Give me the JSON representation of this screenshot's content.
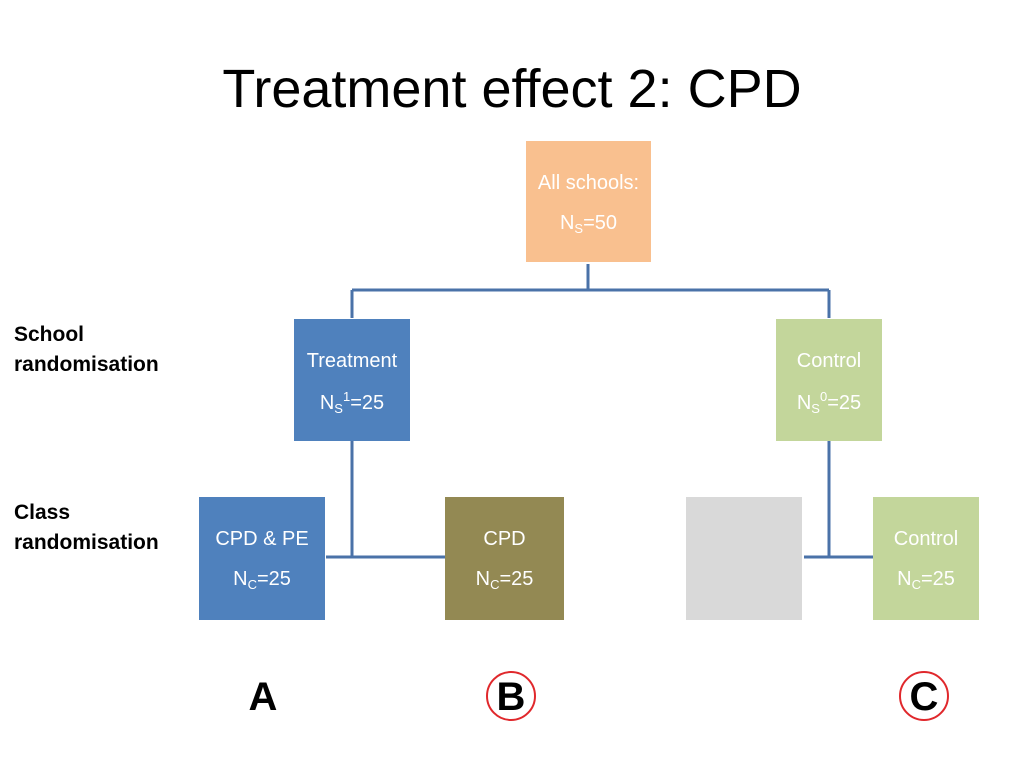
{
  "title": "Treatment effect 2: CPD",
  "side_labels": {
    "school": [
      "School",
      "randomisation"
    ],
    "class": [
      "Class",
      "randomisation"
    ]
  },
  "nodes": {
    "all_schools": {
      "line1": "All schools:",
      "n_base": "N",
      "n_sub": "S",
      "n_rest": "=50",
      "color": "#f9c08f"
    },
    "treatment": {
      "line1": "Treatment",
      "n_base": "N",
      "n_sub": "S",
      "n_sup": "1",
      "n_rest": "=25",
      "color": "#4f81bd"
    },
    "control_school": {
      "line1": "Control",
      "n_base": "N",
      "n_sub": "S",
      "n_sup": "0",
      "n_rest": "=25",
      "color": "#c3d69b"
    },
    "cpd_pe": {
      "line1": "CPD & PE",
      "n_base": "N",
      "n_sub": "C",
      "n_rest": "=25",
      "color": "#4f81bd"
    },
    "cpd": {
      "line1": "CPD",
      "n_base": "N",
      "n_sub": "C",
      "n_rest": "=25",
      "color": "#938953"
    },
    "blank": {
      "color": "#d9d9d9"
    },
    "control_class": {
      "line1": "Control",
      "n_base": "N",
      "n_sub": "C",
      "n_rest": "=25",
      "color": "#c3d69b"
    }
  },
  "connector_color": "#4a72a8",
  "group_labels": [
    {
      "letter": "A",
      "circled": false
    },
    {
      "letter": "B",
      "circled": true
    },
    {
      "letter": "C",
      "circled": true
    }
  ],
  "circle_color": "#e0282c"
}
